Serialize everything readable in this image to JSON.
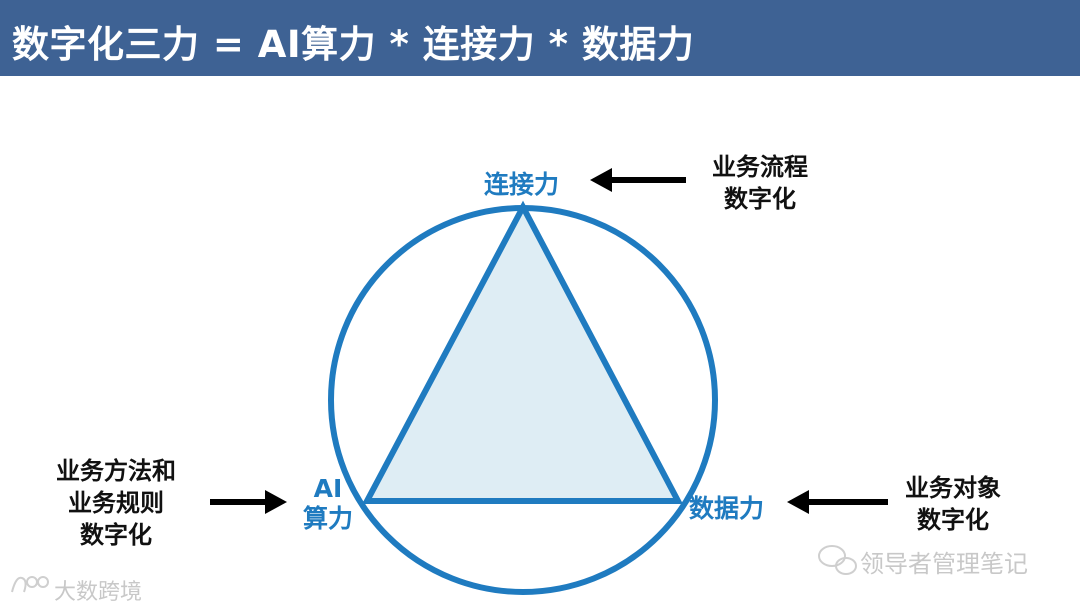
{
  "header": {
    "title": "数字化三力 = AI算力 * 连接力 * 数据力"
  },
  "diagram": {
    "vertices": {
      "top": "连接力",
      "left": [
        "AI",
        "算力"
      ],
      "right": "数据力"
    },
    "notes": {
      "top_right": [
        "业务流程",
        "数字化"
      ],
      "left": [
        "业务方法和",
        "业务规则",
        "数字化"
      ],
      "bottom_right": [
        "业务对象",
        "数字化"
      ]
    },
    "colors": {
      "accent": "#1f7bc0",
      "fill": "#deedf4",
      "header": "#3e6294",
      "arrow": "#000000"
    }
  },
  "watermarks": {
    "bottom_left": "大数跨境",
    "bottom_right": "领导者管理笔记"
  }
}
